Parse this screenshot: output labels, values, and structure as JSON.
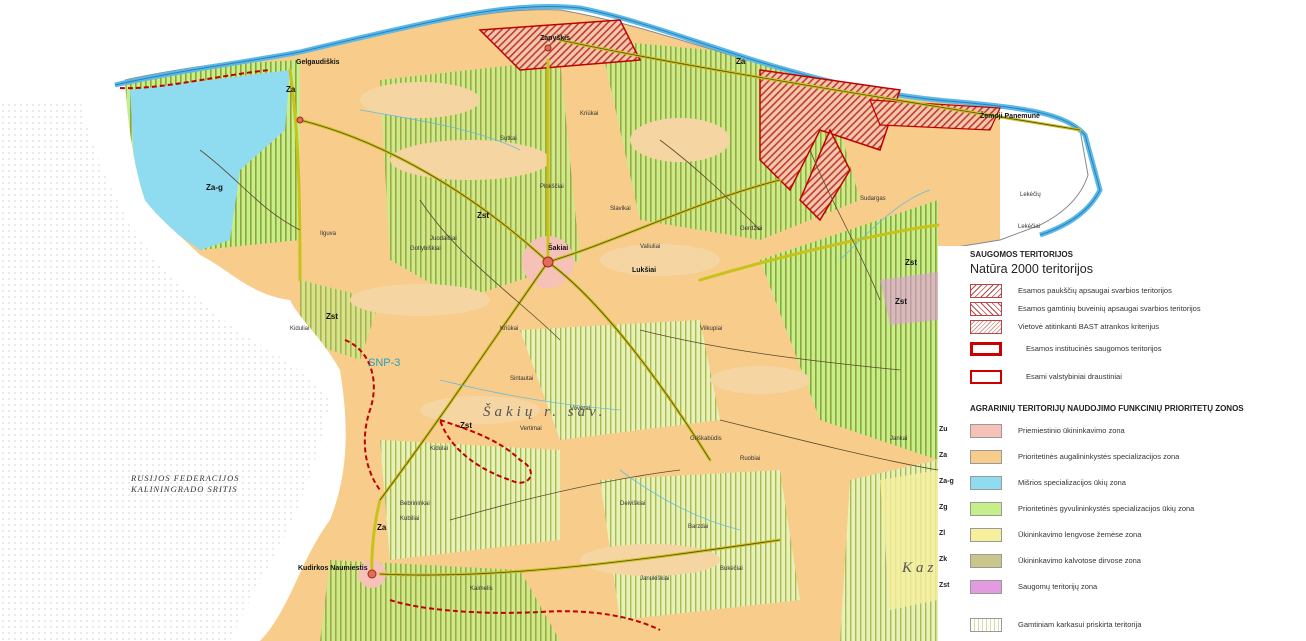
{
  "colors": {
    "zu": "#f6c1b7",
    "za": "#f8cc8a",
    "zag": "#8fdcf0",
    "zg": "#c6ee8a",
    "zl": "#f5ef9e",
    "zk": "#c8c68a",
    "zst": "#e39be0",
    "river": "#5ab9e6",
    "road": "#c9c21a",
    "protected": "#c00000"
  },
  "map": {
    "country_label_line1": "RUSIJOS FEDERACIJOS",
    "country_label_line2": "KALININGRADO SRITIS",
    "region_label": "Šakių r. sav.",
    "region_label_right": "Kazl",
    "snp_label": "SNP-3",
    "towns": [
      {
        "name": "Šakiai"
      },
      {
        "name": "Gelgaudiškis"
      },
      {
        "name": "Kudirkos Naumiestis"
      },
      {
        "name": "Lukšiai"
      },
      {
        "name": "Zapyškis"
      },
      {
        "name": "Žemoji Panemunė"
      },
      {
        "name": "Griškabūdis"
      },
      {
        "name": "Barzdai"
      },
      {
        "name": "Lekėčiai"
      },
      {
        "name": "Sintautai"
      },
      {
        "name": "Kidulai"
      },
      {
        "name": "Voverai"
      },
      {
        "name": "Kriūkai"
      },
      {
        "name": "Slavikai"
      },
      {
        "name": "Plokščiai"
      },
      {
        "name": "Kiduliai"
      },
      {
        "name": "Ilguva"
      },
      {
        "name": "Gotlybiškiai"
      },
      {
        "name": "Kubiliai"
      },
      {
        "name": "Kriūkai"
      },
      {
        "name": "Juodaičiai"
      },
      {
        "name": "Valiuliai"
      },
      {
        "name": "Gerdžiai"
      },
      {
        "name": "Lekėčių"
      },
      {
        "name": "Sudargas"
      },
      {
        "name": "Bebrininkai"
      },
      {
        "name": "Kaimelis"
      },
      {
        "name": "Deiviškiai"
      },
      {
        "name": "Janukiškiai"
      },
      {
        "name": "Bukėčiai"
      },
      {
        "name": "Ruobiai"
      },
      {
        "name": "Vilkupiai"
      },
      {
        "name": "Vertimai"
      },
      {
        "name": "Sutkai"
      },
      {
        "name": "Jankai"
      }
    ],
    "zone_codes_on_map": [
      "Za",
      "Za-g",
      "Zst",
      "Zst",
      "Zst",
      "Zst",
      "Za",
      "Zst",
      "Za"
    ]
  },
  "legend": {
    "title_protected": "SAUGOMOS TERITORIJOS",
    "subtitle_natura": "Natūra 2000 teritorijos",
    "protected_items": [
      {
        "label": "Esamos paukščių apsaugai svarbios teritorijos"
      },
      {
        "label": "Esamos gamtinių buveinių apsaugai svarbios teritorijos"
      },
      {
        "label": "Vietovė atitinkanti BAST atrankos kriterijus"
      },
      {
        "label": "Esamos institucinės saugomos teritorijos"
      },
      {
        "label": "Esami valstybiniai draustiniai"
      }
    ],
    "title_agrarian": "AGRARINIŲ TERITORIJŲ NAUDOJIMO FUNKCINIŲ PRIORITETŲ ZONOS",
    "zones": [
      {
        "code": "Zu",
        "label": "Priemiestinio ūkininkavimo zona",
        "color": "#f6c1b7"
      },
      {
        "code": "Za",
        "label": "Prioritetinės augalininkystės specializacijos zona",
        "color": "#f8cc8a"
      },
      {
        "code": "Za-g",
        "label": "Mišrios specializacijos ūkių zona",
        "color": "#8fdcf0"
      },
      {
        "code": "Zg",
        "label": "Prioritetinės gyvulininkystės specializacijos ūkių zona",
        "color": "#c6ee8a"
      },
      {
        "code": "Zl",
        "label": "Ūkininkavimo lengvose žemėse zona",
        "color": "#f5ef9e"
      },
      {
        "code": "Zk",
        "label": "Ūkininkavimo kalvotose dirvose zona",
        "color": "#c8c68a"
      },
      {
        "code": "Zst",
        "label": "Saugomų teritorijų zona",
        "color": "#e39be0"
      }
    ],
    "framework_label": "Gamtiniam karkasui priskirta teritorija"
  }
}
